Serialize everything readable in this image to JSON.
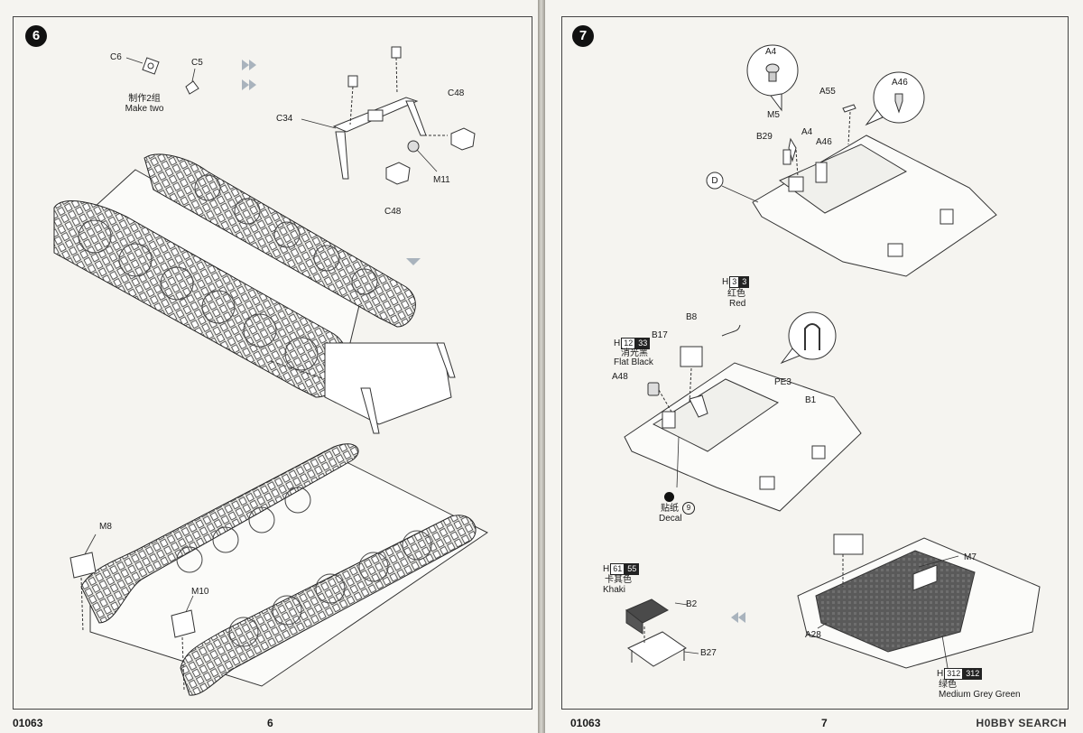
{
  "left_page": {
    "step_number": "6",
    "footer_code": "01063",
    "page_number": "6",
    "callouts": {
      "c6": "C6",
      "c5": "C5",
      "make_two_cn": "制作2组",
      "make_two_en": "Make two",
      "c34": "C34",
      "c48_top": "C48",
      "c48_bottom": "C48",
      "m11": "M11",
      "m8": "M8",
      "m10": "M10"
    }
  },
  "right_page": {
    "step_number": "7",
    "footer_code": "01063",
    "page_number": "7",
    "callouts": {
      "a4_detail": "A4",
      "a46_detail": "A46",
      "a55": "A55",
      "m5": "M5",
      "a4": "A4",
      "a46": "A46",
      "b29": "B29",
      "d": "D",
      "b8": "B8",
      "b17": "B17",
      "a48": "A48",
      "pe3": "PE3",
      "b1": "B1",
      "b2": "B2",
      "b27": "B27",
      "m7": "M7",
      "a28": "A28",
      "decal_cn": "贴纸",
      "decal_en": "Decal",
      "decal_num": "9"
    },
    "paints": {
      "red": {
        "letter": "H",
        "code1": "3",
        "code2": "3",
        "cn": "红色",
        "en": "Red"
      },
      "flat_black": {
        "letter": "H",
        "code1": "12",
        "code2": "33",
        "cn": "消光黑",
        "en": "Flat Black"
      },
      "khaki": {
        "letter": "H",
        "code1": "61",
        "code2": "55",
        "cn": "卡其色",
        "en": "Khaki"
      },
      "medium_grey_green": {
        "letter": "H",
        "code1": "312",
        "code2": "312",
        "cn": "绿色",
        "en": "Medium Grey Green"
      }
    }
  },
  "watermark": "H0BBY SEARCH",
  "colors": {
    "paper": "#f5f4f0",
    "ink": "#1a1a1a",
    "arrow_grey": "#a9b3bd"
  }
}
